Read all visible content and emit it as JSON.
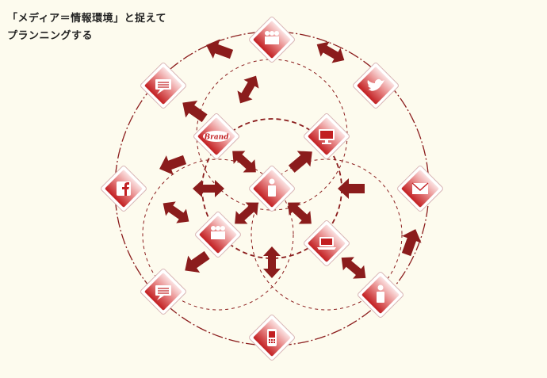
{
  "title": {
    "line1": "「メディア＝情報環境」と捉えて",
    "line2": "プランニングする"
  },
  "brand_label": "Brand",
  "colors": {
    "background": "#fdfbee",
    "accent": "#8b1c1c",
    "icon_red": "#c8272a",
    "icon_light": "#f6d2d2"
  },
  "icons": {
    "top": "group-icon",
    "upper-left": "speech-bubble-icon",
    "twitter": "twitter-bird-icon",
    "brand": "brand-icon",
    "monitor": "monitor-icon",
    "facebook": "facebook-icon",
    "center": "person-icon",
    "mail": "mail-icon",
    "group-mid": "group-icon",
    "laptop": "laptop-icon",
    "lower-left": "speech-bubble-icon",
    "person-right": "person-icon",
    "mobile": "mobile-phone-icon"
  }
}
